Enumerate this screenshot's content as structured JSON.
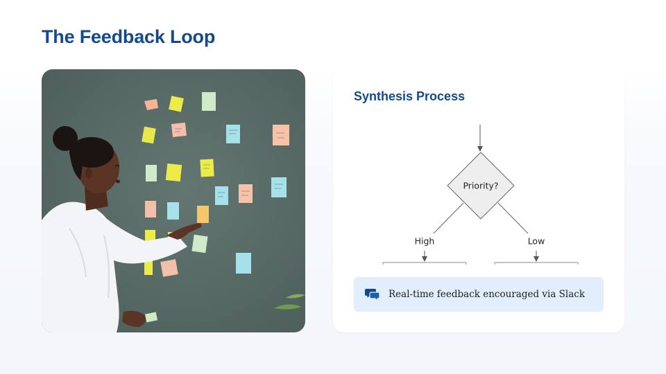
{
  "slide": {
    "title": "The Feedback Loop"
  },
  "photo": {
    "subject": "Woman pointing at sticky notes on a green board"
  },
  "process_card": {
    "title": "Synthesis Process",
    "diagram": {
      "decision": "Priority?",
      "branches": [
        {
          "label": "High"
        },
        {
          "label": "Low"
        }
      ]
    },
    "callout": {
      "icon": "chat-bubbles-icon",
      "text": "Real-time feedback encouraged via Slack"
    }
  },
  "colors": {
    "title": "#124a8c",
    "callout_bg": "#e1eefb",
    "board": "#5b6d69",
    "diamond_fill": "#eeeeee"
  }
}
